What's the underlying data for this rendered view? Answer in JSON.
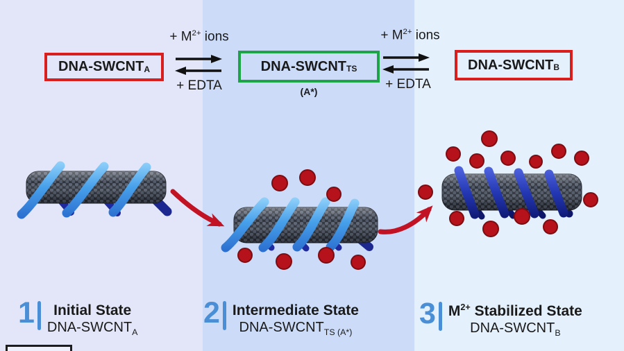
{
  "colors": {
    "accent_red": "#d91e1e",
    "accent_green": "#1fa348",
    "number_blue": "#4a8fd6",
    "ion_red": "#b5121b",
    "arrow_red": "#c21325",
    "panel_left": "#e3e6f8",
    "panel_middle": "#ccdcf8",
    "panel_right": "#e4f0fc",
    "text": "#1a1a1a"
  },
  "scheme": {
    "box_a": {
      "name": "DNA-SWCNT",
      "sub": "A"
    },
    "box_ts": {
      "name": "DNA-SWCNT",
      "sub": "TS",
      "note": "(A*)"
    },
    "box_b": {
      "name": "DNA-SWCNT",
      "sub": "B"
    },
    "eq1": {
      "forward_pre": "+ M",
      "forward_sup": "2+",
      "forward_post": " ions",
      "reverse": "+ EDTA"
    },
    "eq2": {
      "forward_pre": "+ M",
      "forward_sup": "2+",
      "forward_post": " ions",
      "reverse": "+ EDTA"
    }
  },
  "captions": [
    {
      "number": "1",
      "title_pre": "Initial State",
      "title_sup": "",
      "title_post": "",
      "formula": "DNA-SWCNT",
      "formula_sub": "A"
    },
    {
      "number": "2",
      "title_pre": "Intermediate State",
      "title_sup": "",
      "title_post": "",
      "formula": "DNA-SWCNT",
      "formula_sub": "TS (A*)"
    },
    {
      "number": "3",
      "title_pre": "M",
      "title_sup": "2+",
      "title_post": " Stabilized State",
      "formula": "DNA-SWCNT",
      "formula_sub": "B"
    }
  ],
  "icons": {
    "ion_dot": "red sphere = M2+ metal ion",
    "transition_arrow": "curved red arrow between states",
    "equilibrium_arrows": "reversible reaction double arrows",
    "nanotube": "carbon nanotube wrapped by DNA ribbon"
  }
}
